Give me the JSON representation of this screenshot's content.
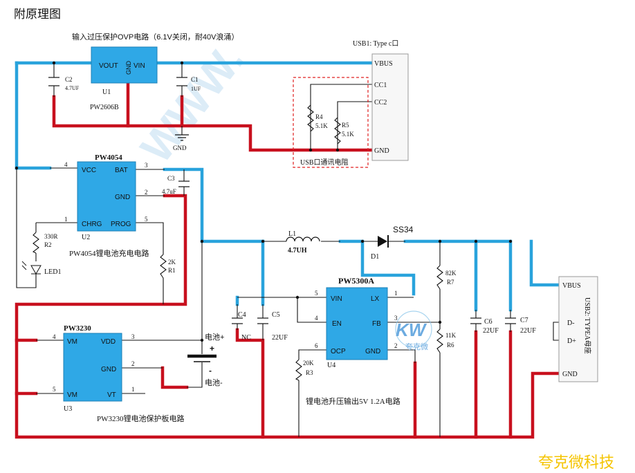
{
  "header": {
    "title": "附原理图"
  },
  "ovp": {
    "caption": "输入过压保护OVP电路（6.1V关闭，耐40V浪涌）",
    "chip_name": "PW2606B",
    "ref": "U1",
    "pins": {
      "vout": "VOUT",
      "gnd": "GND",
      "vin": "VIN"
    },
    "c2_ref": "C2",
    "c2_val": "4.7UF",
    "c1_ref": "C1",
    "c1_val": "1UF",
    "gnd_label": "GND"
  },
  "usb1": {
    "title": "USB1: Type c口",
    "pins": {
      "vbus": "VBUS",
      "cc1": "CC1",
      "cc2": "CC2",
      "gnd": "GND"
    },
    "r4_ref": "R4",
    "r4_val": "5.1K",
    "r5_ref": "R5",
    "r5_val": "5.1K",
    "box_caption": "USB口通讯电阻"
  },
  "charger": {
    "chip_name": "PW4054",
    "ref": "U2",
    "pins": {
      "vcc": "VCC",
      "bat": "BAT",
      "gnd": "GND",
      "chrg": "CHRG",
      "prog": "PROG"
    },
    "pin_nums": {
      "vcc": "4",
      "bat": "3",
      "gnd": "2",
      "chrg": "1",
      "prog": "5"
    },
    "caption": "PW4054锂电池充电电路",
    "r2_val": "330R",
    "r2_ref": "R2",
    "led_ref": "LED1",
    "r1_val": "2K",
    "r1_ref": "R1",
    "c3_ref": "C3",
    "c3_val": "4.7uF"
  },
  "protect": {
    "chip_name": "PW3230",
    "ref": "U3",
    "pins": {
      "vm1": "VM",
      "vdd": "VDD",
      "gnd": "GND",
      "vm2": "VM",
      "vt": "VT"
    },
    "pin_nums": {
      "vm1": "4",
      "vdd": "3",
      "gnd": "2",
      "vm2": "5",
      "vt": "1"
    },
    "caption": "PW3230锂电池保护板电路",
    "bat_pos": "电池+",
    "bat_neg": "电池-",
    "plus": "+",
    "minus": "-"
  },
  "boost": {
    "chip_name": "PW5300A",
    "ref": "U4",
    "pins": {
      "vin": "VIN",
      "lx": "LX",
      "en": "EN",
      "fb": "FB",
      "ocp": "OCP",
      "gnd": "GND"
    },
    "pin_nums": {
      "vin": "5",
      "lx": "1",
      "en": "4",
      "fb": "3",
      "ocp": "6",
      "gnd": "2"
    },
    "caption": "锂电池升压输出5V 1.2A电路",
    "l1_ref": "L1",
    "l1_val": "4.7UH",
    "d1_name": "SS34",
    "d1_ref": "D1",
    "c4_ref": "C4",
    "c4_val": "NC",
    "c5_ref": "C5",
    "c5_val": "22UF",
    "r3_val": "20K",
    "r3_ref": "R3",
    "r7_val": "82K",
    "r7_ref": "R7",
    "r6_val": "11K",
    "r6_ref": "R6",
    "c6_ref": "C6",
    "c6_val": "22UF",
    "c7_ref": "C7",
    "c7_val": "22UF"
  },
  "usb2": {
    "title": "USB2: TYPEA母座",
    "pins": {
      "vbus": "VBUS",
      "dm": "D-",
      "dp": "D+",
      "gnd": "GND"
    }
  },
  "watermark": {
    "brand": "夸克微科技",
    "logo_text": "KW",
    "logo_sub": "夸克微"
  }
}
